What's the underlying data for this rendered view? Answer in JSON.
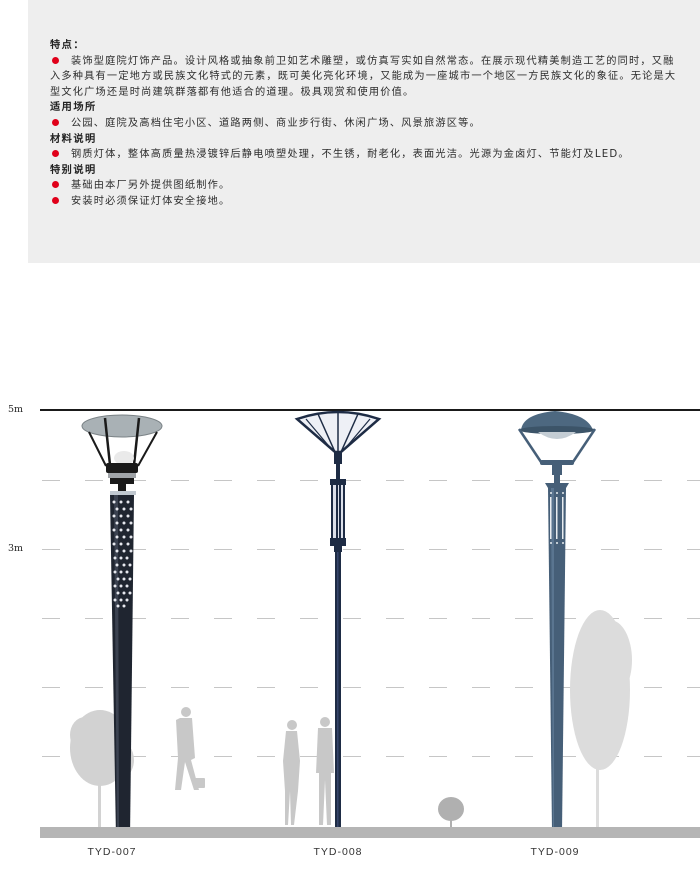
{
  "specs": {
    "features": {
      "heading": "特点：",
      "bullet_line1": "装饰型庭院灯饰产品。设计风格或抽象前卫如艺术雕塑，或仿真写实如自然常态。在展示现代精美制造工艺的同时，又融",
      "line2": "入多种具有一定地方或民族文化特式的元素，既可美化亮化环境，又能成为一座城市一个地区一方民族文化的象征。无论是大",
      "line3": "型文化广场还是时尚建筑群落都有他适合的道理。极具观赏和使用价值。"
    },
    "applications": {
      "heading": "适用场所",
      "bullet": "公园、庭院及高档住宅小区、道路两侧、商业步行街、休闲广场、风景旅游区等。"
    },
    "materials": {
      "heading": "材料说明",
      "bullet": "钢质灯体，整体高质量热浸镀锌后静电喷塑处理，不生锈，耐老化，表面光洁。光源为金卤灯、节能灯及LED。"
    },
    "special": {
      "heading": "特别说明",
      "bullets": [
        "基础由本厂另外提供图纸制作。",
        "安装时必须保证灯体安全接地。"
      ]
    }
  },
  "elevation": {
    "height_labels": {
      "top": "5m",
      "mid": "3m"
    },
    "models": [
      {
        "code": "TYD-007",
        "color": "#1f2530"
      },
      {
        "code": "TYD-008",
        "color": "#1e2c45"
      },
      {
        "code": "TYD-009",
        "color": "#465f78"
      }
    ],
    "colors": {
      "bullet": "#e0001a",
      "panel": "#eeeeee",
      "ground": "#b5b5b5",
      "silhouette": "#c8c8c8"
    }
  }
}
